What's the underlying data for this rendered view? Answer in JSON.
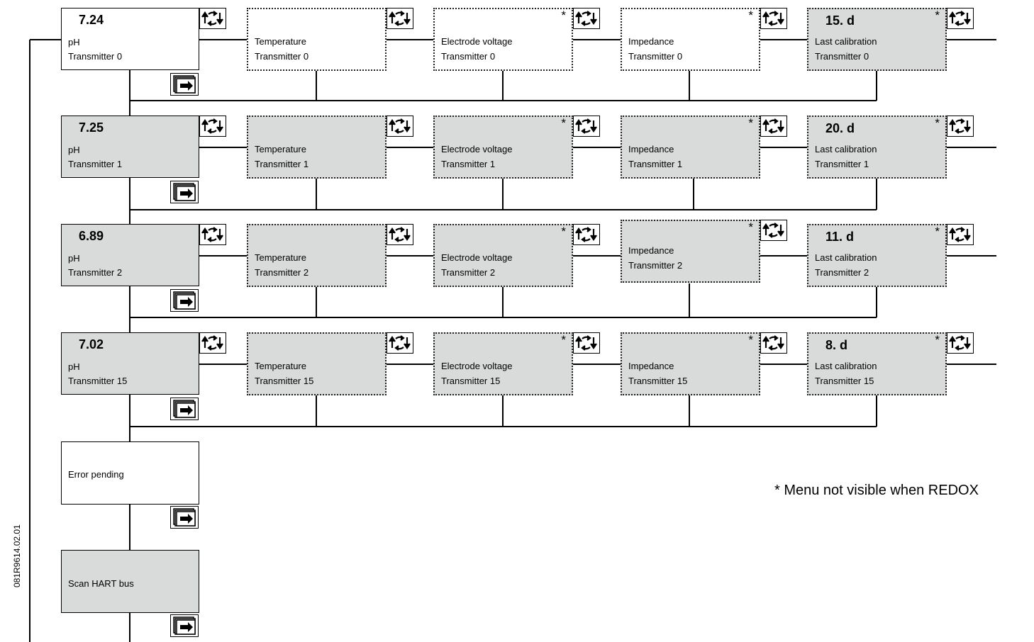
{
  "rows": [
    {
      "main": {
        "value": "7.24",
        "line1": "pH",
        "line2": "Transmitter 0"
      },
      "subs": [
        {
          "value": "",
          "line1": "Temperature",
          "line2": "Transmitter 0",
          "star": ""
        },
        {
          "value": "",
          "line1": "Electrode voltage",
          "line2": "Transmitter 0",
          "star": "*"
        },
        {
          "value": "",
          "line1": "Impedance",
          "line2": "Transmitter 0",
          "star": "*"
        },
        {
          "value": "15. d",
          "line1": "Last calibration",
          "line2": "Transmitter 0",
          "star": "*"
        }
      ]
    },
    {
      "main": {
        "value": "7.25",
        "line1": "pH",
        "line2": "Transmitter 1"
      },
      "subs": [
        {
          "value": "",
          "line1": "Temperature",
          "line2": "Transmitter 1",
          "star": ""
        },
        {
          "value": "",
          "line1": "Electrode voltage",
          "line2": "Transmitter 1",
          "star": "*"
        },
        {
          "value": "",
          "line1": "Impedance",
          "line2": "Transmitter 1",
          "star": "*"
        },
        {
          "value": "20. d",
          "line1": "Last calibration",
          "line2": "Transmitter 1",
          "star": "*"
        }
      ]
    },
    {
      "main": {
        "value": "6.89",
        "line1": "pH",
        "line2": "Transmitter 2"
      },
      "subs": [
        {
          "value": "",
          "line1": "Temperature",
          "line2": "Transmitter 2",
          "star": ""
        },
        {
          "value": "",
          "line1": "Electrode voltage",
          "line2": "Transmitter 2",
          "star": "*"
        },
        {
          "value": "",
          "line1": "Impedance",
          "line2": "Transmitter 2",
          "star": "*"
        },
        {
          "value": "11. d",
          "line1": "Last calibration",
          "line2": "Transmitter 2",
          "star": "*"
        }
      ]
    },
    {
      "main": {
        "value": "7.02",
        "line1": "pH",
        "line2": "Transmitter 15"
      },
      "subs": [
        {
          "value": "",
          "line1": "Temperature",
          "line2": "Transmitter 15",
          "star": ""
        },
        {
          "value": "",
          "line1": "Electrode voltage",
          "line2": "Transmitter 15",
          "star": "*"
        },
        {
          "value": "",
          "line1": "Impedance",
          "line2": "Transmitter 15",
          "star": "*"
        },
        {
          "value": "8. d",
          "line1": "Last calibration",
          "line2": "Transmitter 15",
          "star": "*"
        }
      ]
    }
  ],
  "error_box": {
    "label": "Error pending"
  },
  "scan_box": {
    "label": "Scan HART bus"
  },
  "footnote": "* Menu not visible when REDOX",
  "figure_code": "081R9614.02.01",
  "icons": {
    "cycle": "cycle-arrows-icon",
    "next": "next-menu-icon"
  }
}
